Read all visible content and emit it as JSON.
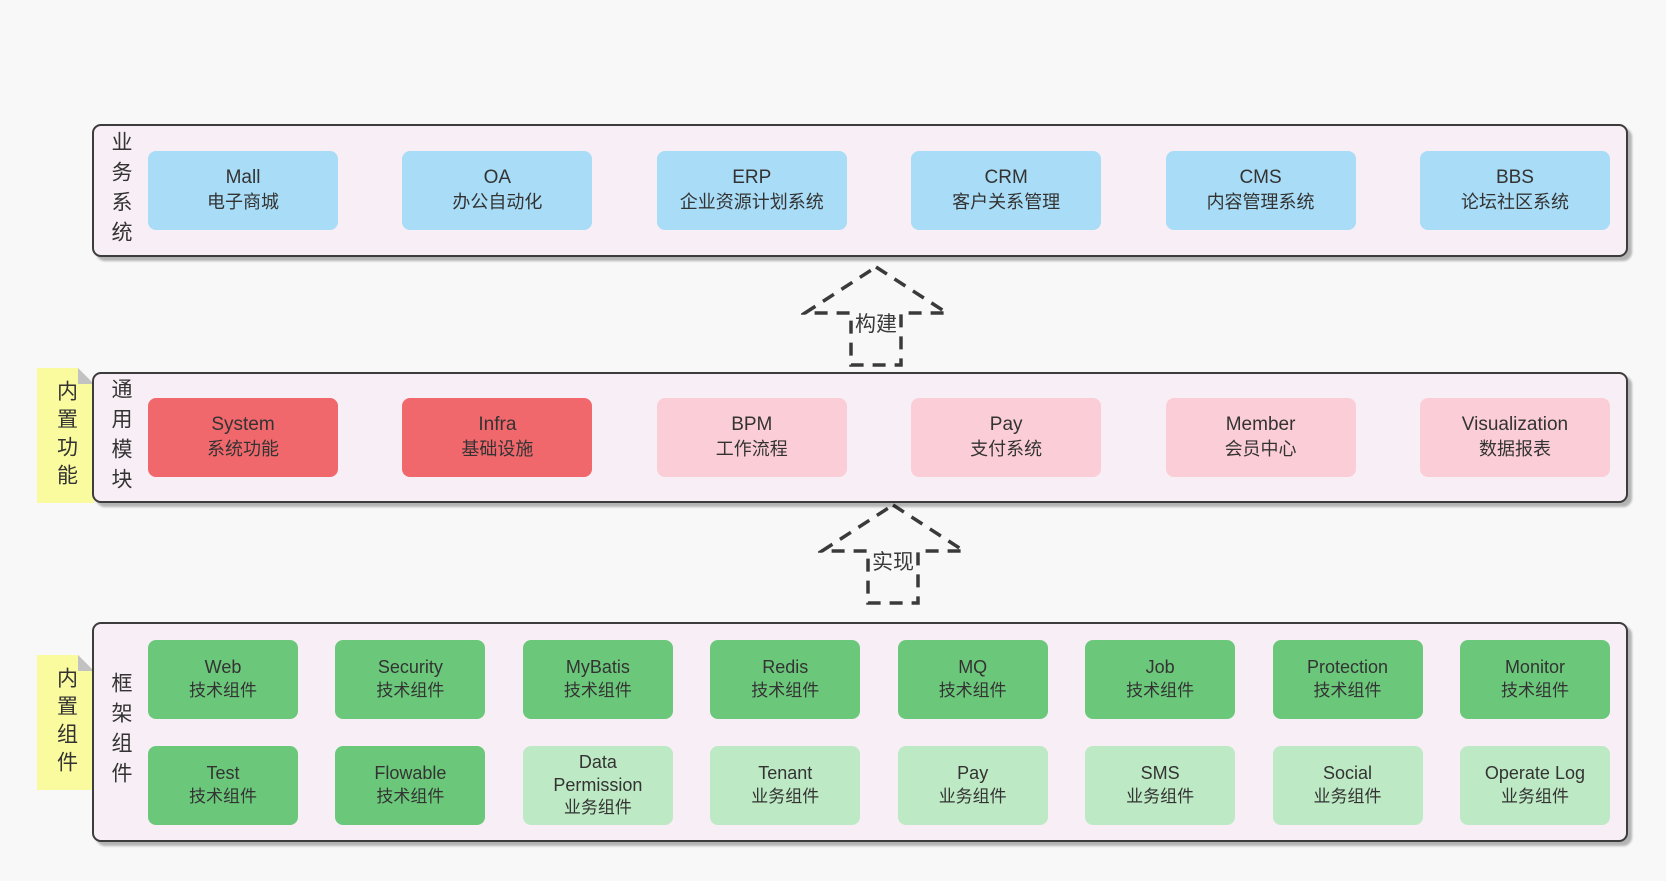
{
  "diagram": {
    "colors": {
      "page_bg": "#f8f8f8",
      "band_bg": "#f8eef5",
      "band_border": "#3c3c3c",
      "blue_box": "#a9dcf6",
      "red_box": "#f1686c",
      "pink_box": "#fbced7",
      "green_box": "#6bc87a",
      "light_green_box": "#bee9c5",
      "sticky_note": "#fafa9e"
    },
    "arrows": [
      {
        "label": "构建"
      },
      {
        "label": "实现"
      }
    ],
    "bands": [
      {
        "label": "业务系统",
        "boxes": [
          {
            "title": "Mall",
            "subtitle": "电子商城"
          },
          {
            "title": "OA",
            "subtitle": "办公自动化"
          },
          {
            "title": "ERP",
            "subtitle": "企业资源计划系统"
          },
          {
            "title": "CRM",
            "subtitle": "客户关系管理"
          },
          {
            "title": "CMS",
            "subtitle": "内容管理系统"
          },
          {
            "title": "BBS",
            "subtitle": "论坛社区系统"
          }
        ]
      },
      {
        "label": "通用模块",
        "sticky": "内置功能",
        "boxes": [
          {
            "title": "System",
            "subtitle": "系统功能"
          },
          {
            "title": "Infra",
            "subtitle": "基础设施"
          },
          {
            "title": "BPM",
            "subtitle": "工作流程"
          },
          {
            "title": "Pay",
            "subtitle": "支付系统"
          },
          {
            "title": "Member",
            "subtitle": "会员中心"
          },
          {
            "title": "Visualization",
            "subtitle": "数据报表"
          }
        ]
      },
      {
        "label": "框架组件",
        "sticky": "内置组件",
        "row1": [
          {
            "title": "Web",
            "subtitle": "技术组件"
          },
          {
            "title": "Security",
            "subtitle": "技术组件"
          },
          {
            "title": "MyBatis",
            "subtitle": "技术组件"
          },
          {
            "title": "Redis",
            "subtitle": "技术组件"
          },
          {
            "title": "MQ",
            "subtitle": "技术组件"
          },
          {
            "title": "Job",
            "subtitle": "技术组件"
          },
          {
            "title": "Protection",
            "subtitle": "技术组件"
          },
          {
            "title": "Monitor",
            "subtitle": "技术组件"
          }
        ],
        "row2": [
          {
            "title": "Test",
            "subtitle": "技术组件"
          },
          {
            "title": "Flowable",
            "subtitle": "技术组件"
          },
          {
            "title": "Data Permission",
            "subtitle": "业务组件"
          },
          {
            "title": "Tenant",
            "subtitle": "业务组件"
          },
          {
            "title": "Pay",
            "subtitle": "业务组件"
          },
          {
            "title": "SMS",
            "subtitle": "业务组件"
          },
          {
            "title": "Social",
            "subtitle": "业务组件"
          },
          {
            "title": "Operate Log",
            "subtitle": "业务组件"
          }
        ]
      }
    ]
  }
}
